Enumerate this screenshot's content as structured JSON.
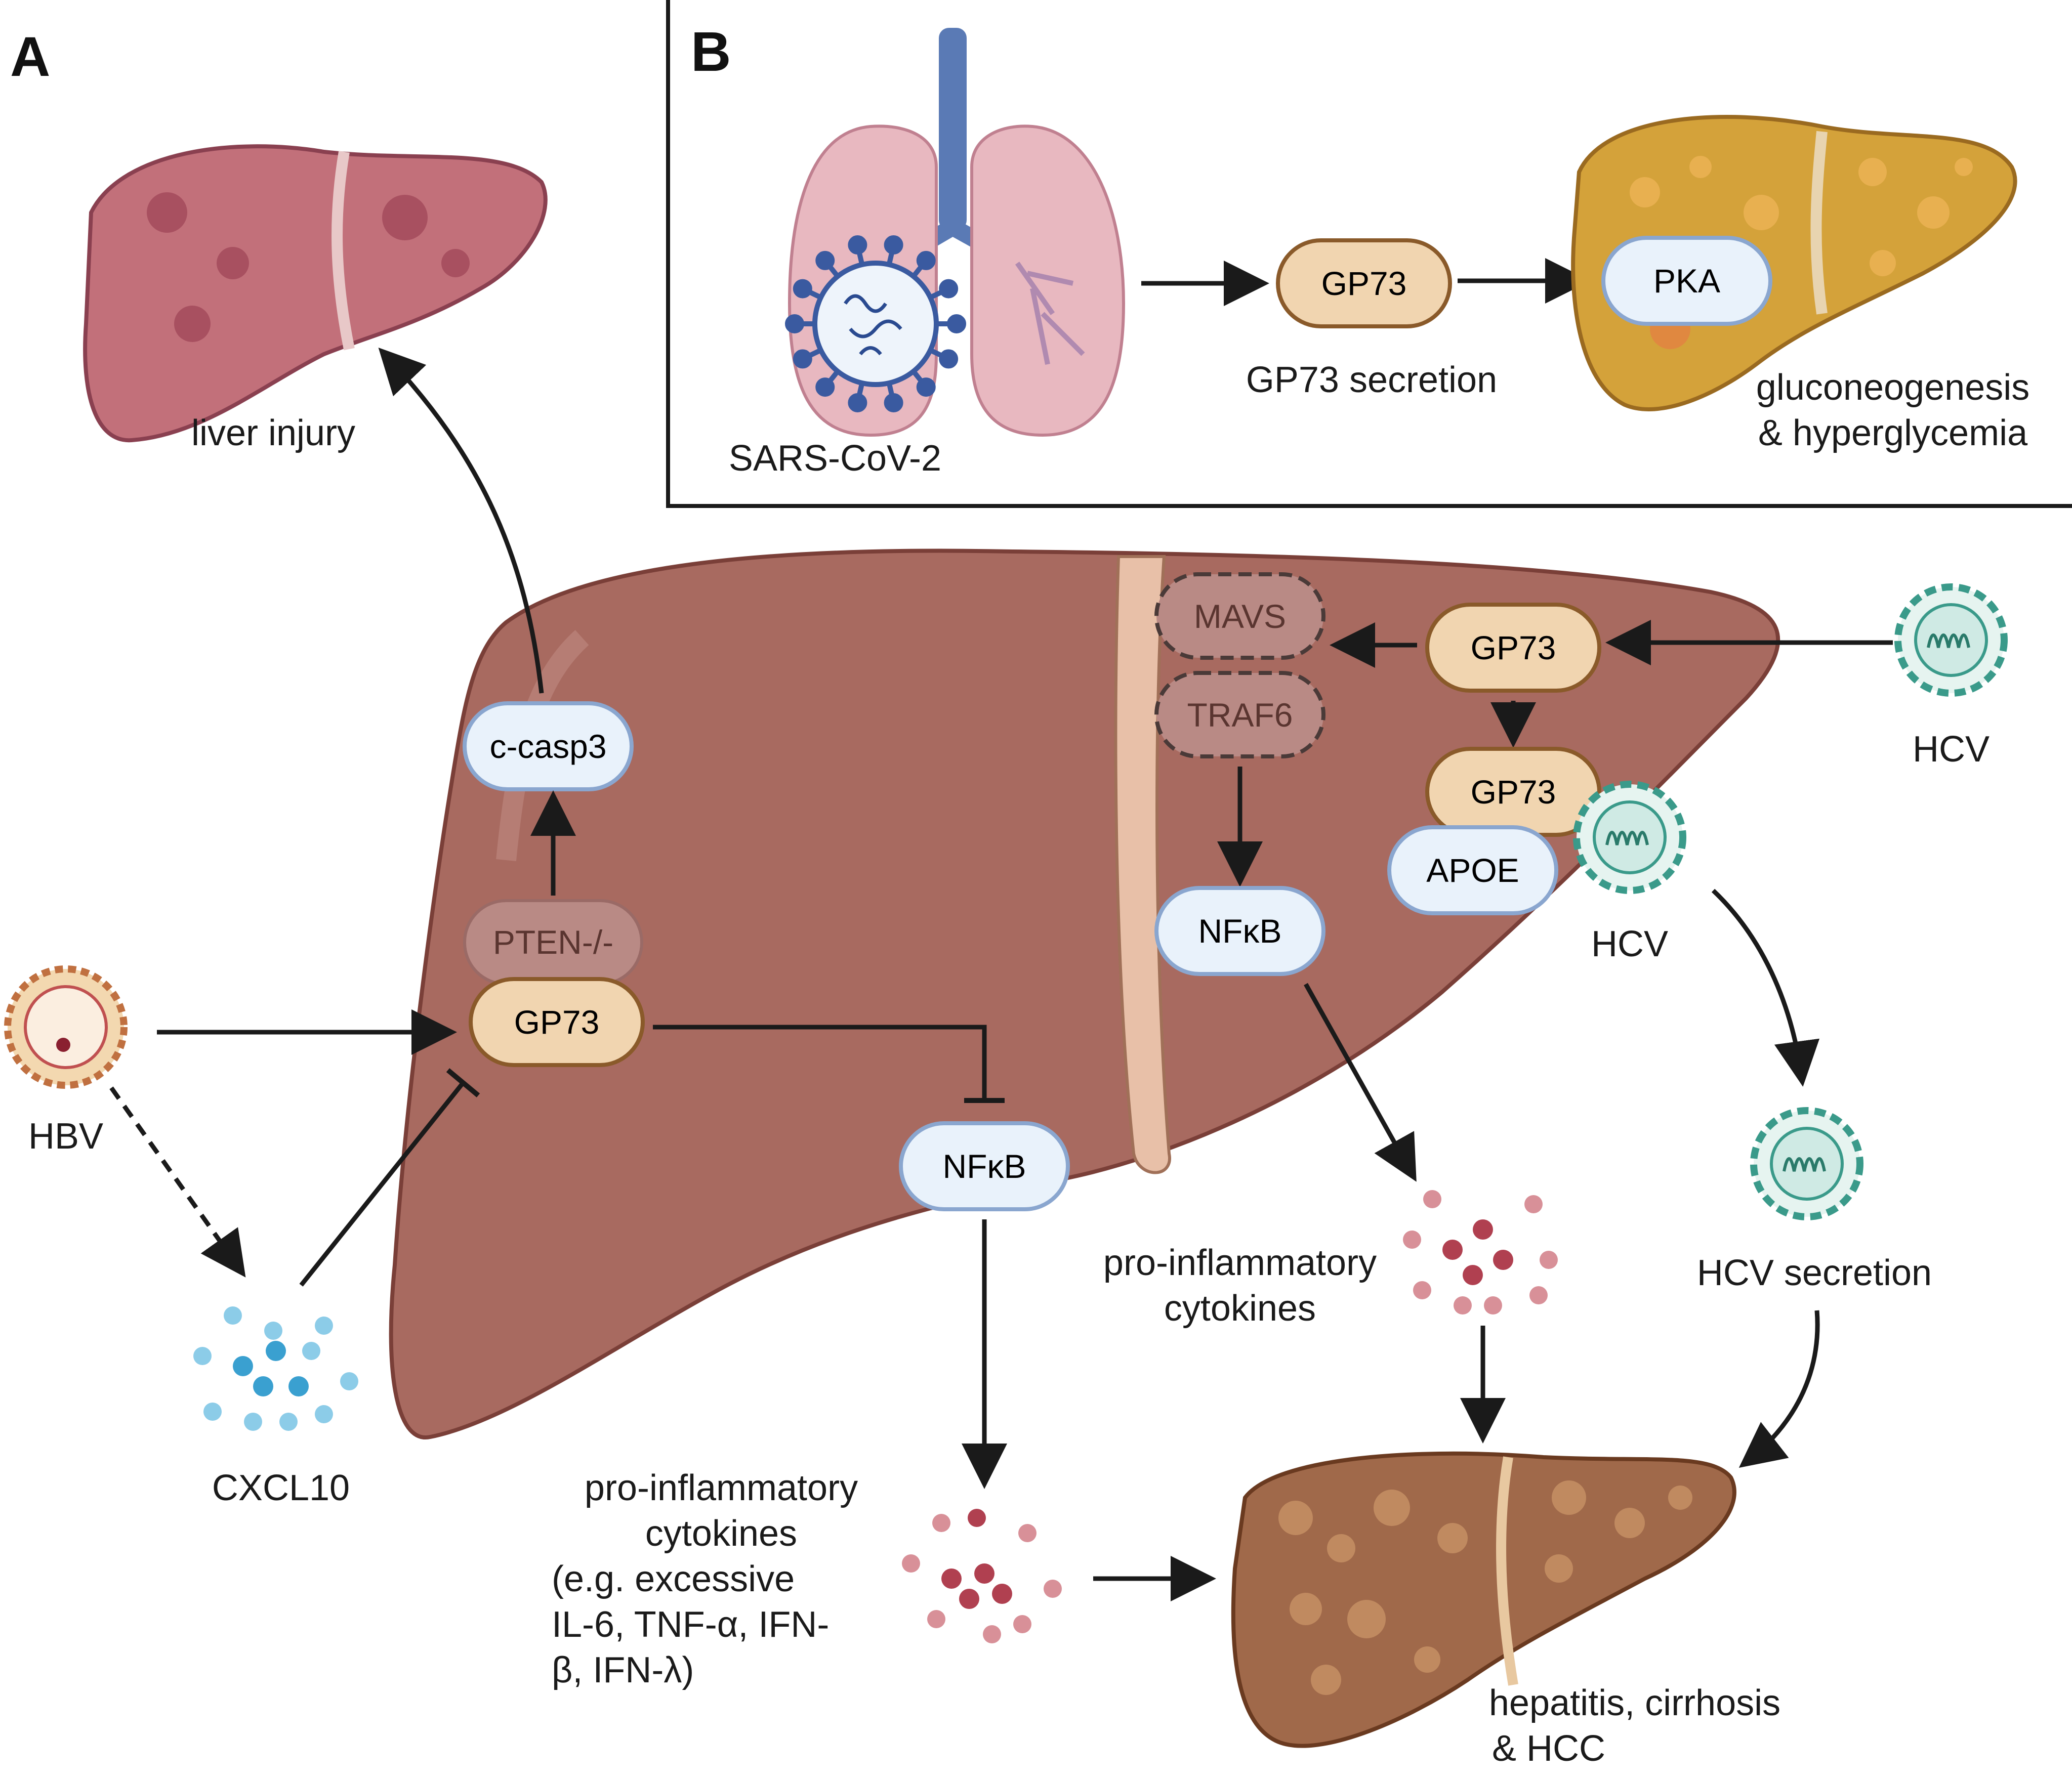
{
  "panels": {
    "a_letter": "A",
    "b_letter": "B"
  },
  "colors": {
    "liver_main": "#a86a60",
    "liver_outline": "#7a3f38",
    "liver_injury": "#c2707a",
    "liver_fatty": "#d4a23a",
    "liver_cirrhotic": "#a0694a",
    "gp73_fill": "#f1d5b0",
    "gp73_stroke": "#8a5a2a",
    "blue_node_fill": "#e9f2fb",
    "blue_node_stroke": "#8aa6cf",
    "inactive_fill": "#b98a85",
    "hcv_color": "#3a9a8a",
    "cytokine_red": "#b04050",
    "cytokine_blue": "#3aa0d0",
    "arrow": "#1a1a1a"
  },
  "panel_b": {
    "sars_label": "SARS-CoV-2",
    "gp73_node": "GP73",
    "gp73_caption": "GP73 secretion",
    "pka_node": "PKA",
    "outcome_line1": "gluconeogenesis",
    "outcome_line2": "& hyperglycemia"
  },
  "panel_a": {
    "liver_injury_label": "liver injury",
    "c_casp3": "c-casp3",
    "pten": "PTEN-/-",
    "gp73_left": "GP73",
    "nfkb_lower": "NFκB",
    "hbv_label": "HBV",
    "cxcl10_label": "CXCL10",
    "mavs": "MAVS",
    "traf6": "TRAF6",
    "nfkb_right": "NFκB",
    "gp73_right_top": "GP73",
    "gp73_right_mid": "GP73",
    "apoe": "APOE",
    "hcv_outside_label": "HCV",
    "hcv_inside_label": "HCV",
    "hcv_secretion_label": "HCV secretion",
    "cytokines_mid_line1": "pro-inflammatory",
    "cytokines_mid_line2": "cytokines",
    "cytokines_low_lines": [
      "pro-inflammatory",
      "cytokines",
      "(e.g. excessive",
      "IL-6, TNF-α, IFN-",
      "β, IFN-λ)"
    ],
    "outcome_line1": "hepatitis, cirrhosis",
    "outcome_line2": "& HCC"
  }
}
